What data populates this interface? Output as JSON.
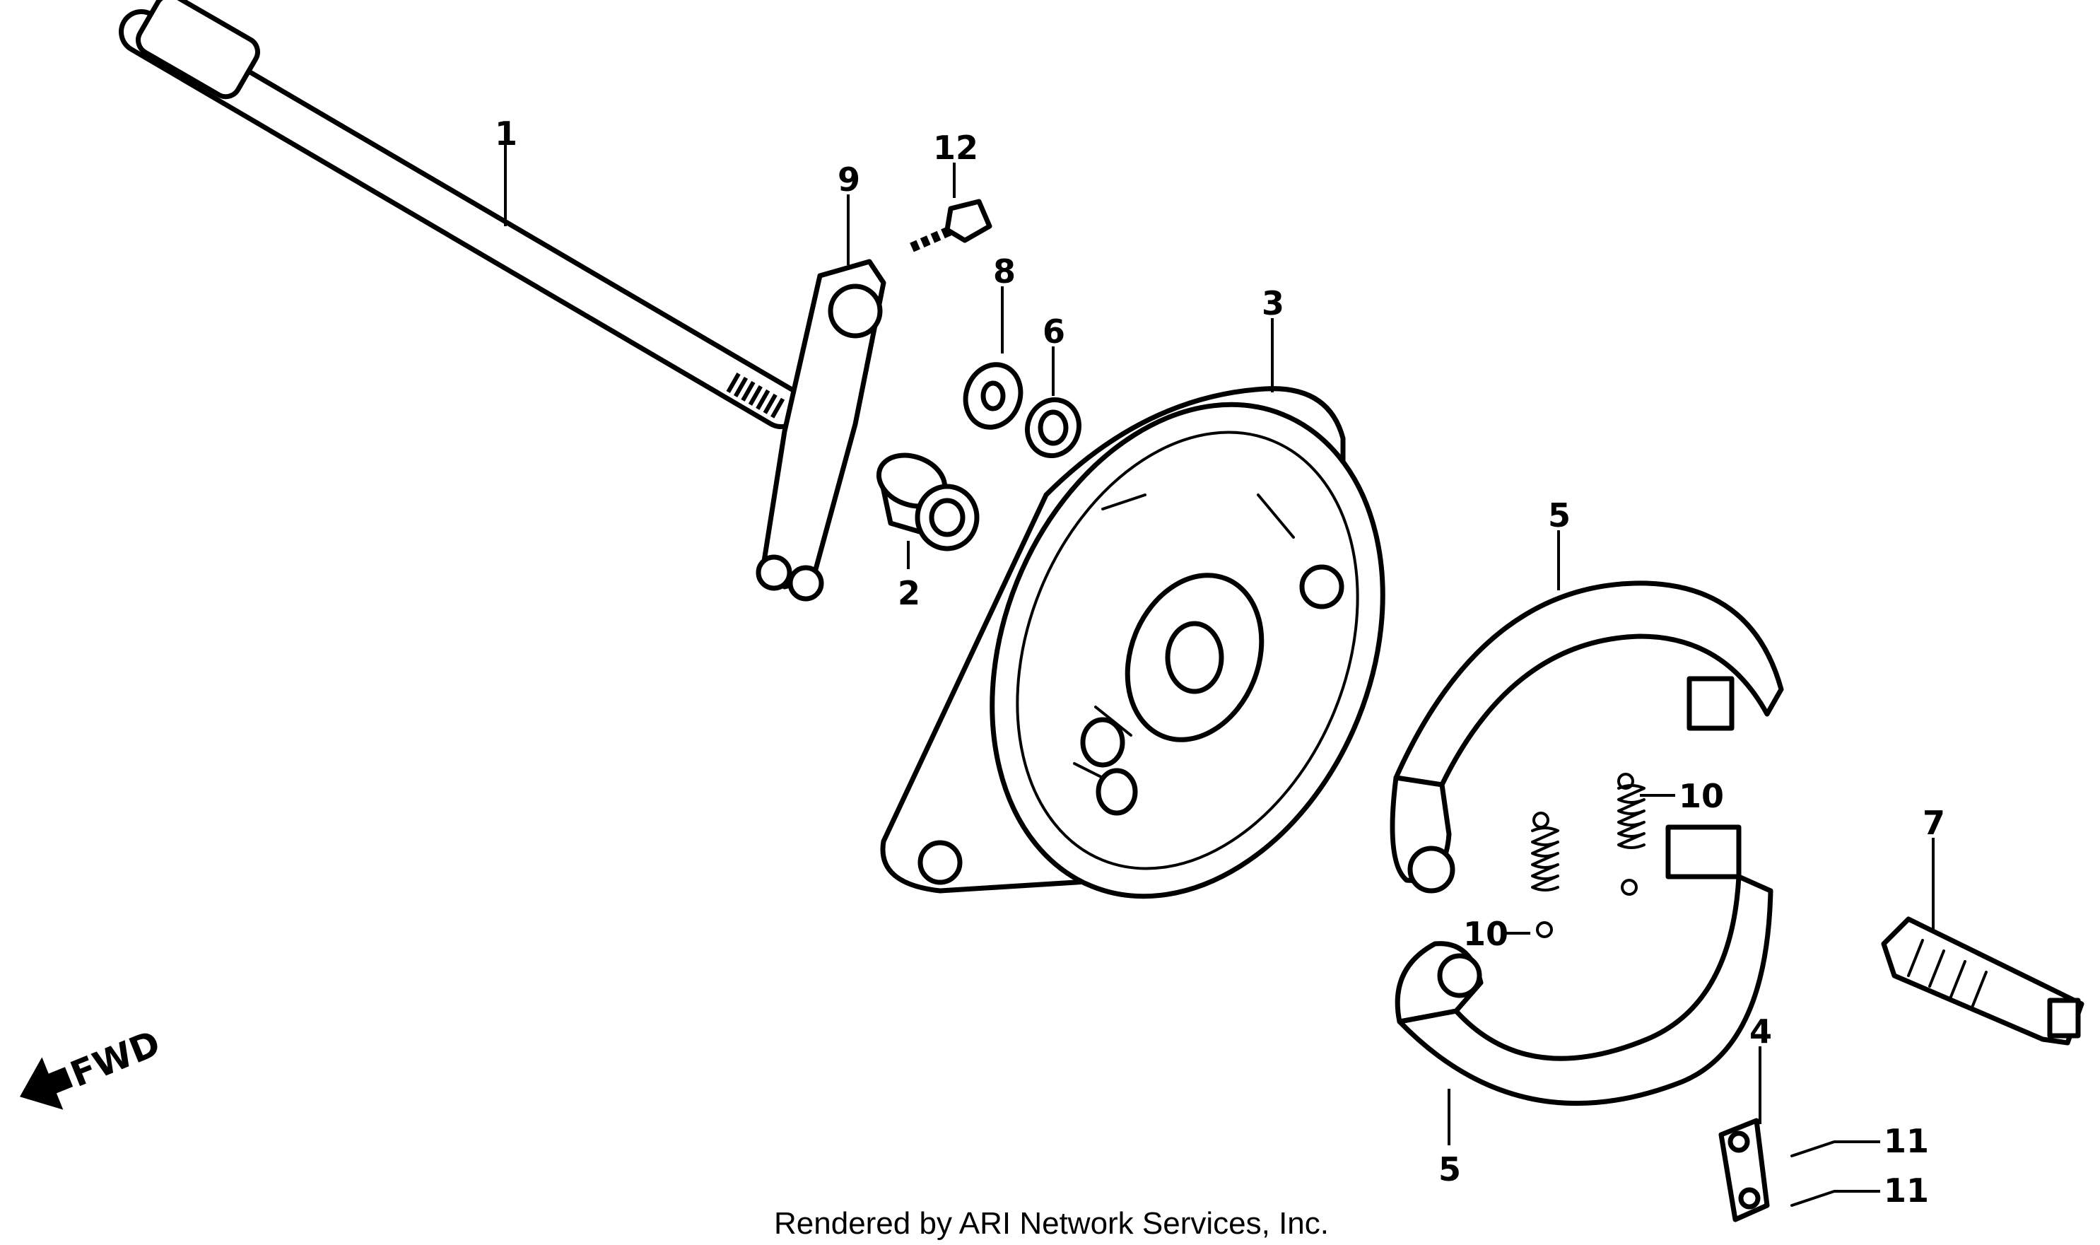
{
  "diagram": {
    "callouts": [
      "1",
      "9",
      "12",
      "8",
      "6",
      "3",
      "2",
      "5",
      "10",
      "10",
      "7",
      "4",
      "11",
      "11",
      "5"
    ],
    "direction_label": "FWD",
    "credit": "Rendered by ARI Network Services, Inc."
  },
  "colors": {
    "ink": "#000000",
    "paper": "#ffffff"
  },
  "icons": {
    "direction": "arrow-left-icon"
  }
}
